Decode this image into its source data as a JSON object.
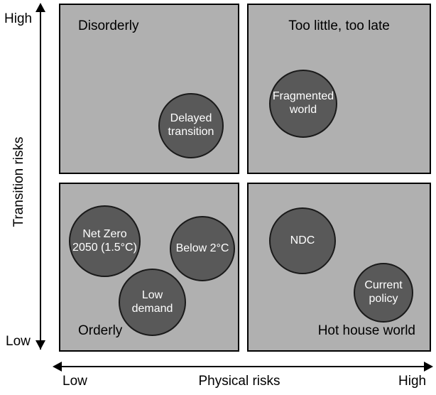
{
  "axes": {
    "y": {
      "title": "Transition risks",
      "top_label": "High",
      "bottom_label": "Low"
    },
    "x": {
      "title": "Physical risks",
      "left_label": "Low",
      "right_label": "High"
    }
  },
  "quadrants": [
    {
      "key": "top_left",
      "label": "Disorderly"
    },
    {
      "key": "top_right",
      "label": "Too little, too late"
    },
    {
      "key": "bottom_left",
      "label": "Orderly"
    },
    {
      "key": "bottom_right",
      "label": "Hot house world"
    }
  ],
  "scenarios": [
    {
      "key": "delayed_transition",
      "line1": "Delayed",
      "line2": "transition"
    },
    {
      "key": "fragmented_world",
      "line1": "Fragmented",
      "line2": "world"
    },
    {
      "key": "net_zero_2050",
      "line1": "Net Zero",
      "line2": "2050 (1.5°C)"
    },
    {
      "key": "below_2c",
      "line1": "Below 2°C",
      "line2": ""
    },
    {
      "key": "low_demand",
      "line1": "Low",
      "line2": "demand"
    },
    {
      "key": "ndc",
      "line1": "NDC",
      "line2": ""
    },
    {
      "key": "current_policy",
      "line1": "Current",
      "line2": "policy"
    }
  ],
  "colors": {
    "quadrant_fill": "#b0b0b0",
    "bubble_fill": "#595959",
    "bubble_text": "#ffffff",
    "stroke": "#000000"
  }
}
